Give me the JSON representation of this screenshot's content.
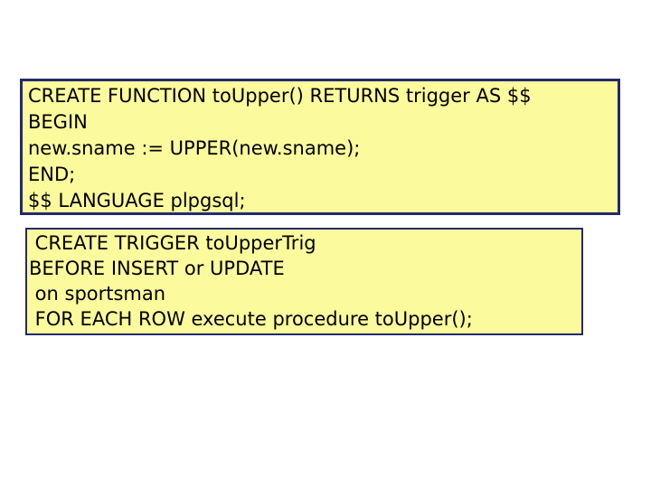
{
  "slide": {
    "background_color": "#ffffff",
    "box_fill_color": "#fbfb9d",
    "box_border_color": "#232a6e",
    "text_color": "#000000"
  },
  "function_box": {
    "lines": [
      "CREATE FUNCTION toUpper() RETURNS trigger AS $$",
      "BEGIN",
      "new.sname := UPPER(new.sname);",
      "END;",
      "$$ LANGUAGE plpgsql;"
    ]
  },
  "trigger_box": {
    "lines": [
      " CREATE TRIGGER toUpperTrig",
      "BEFORE INSERT or UPDATE",
      " on sportsman",
      " FOR EACH ROW execute procedure toUpper();"
    ]
  }
}
